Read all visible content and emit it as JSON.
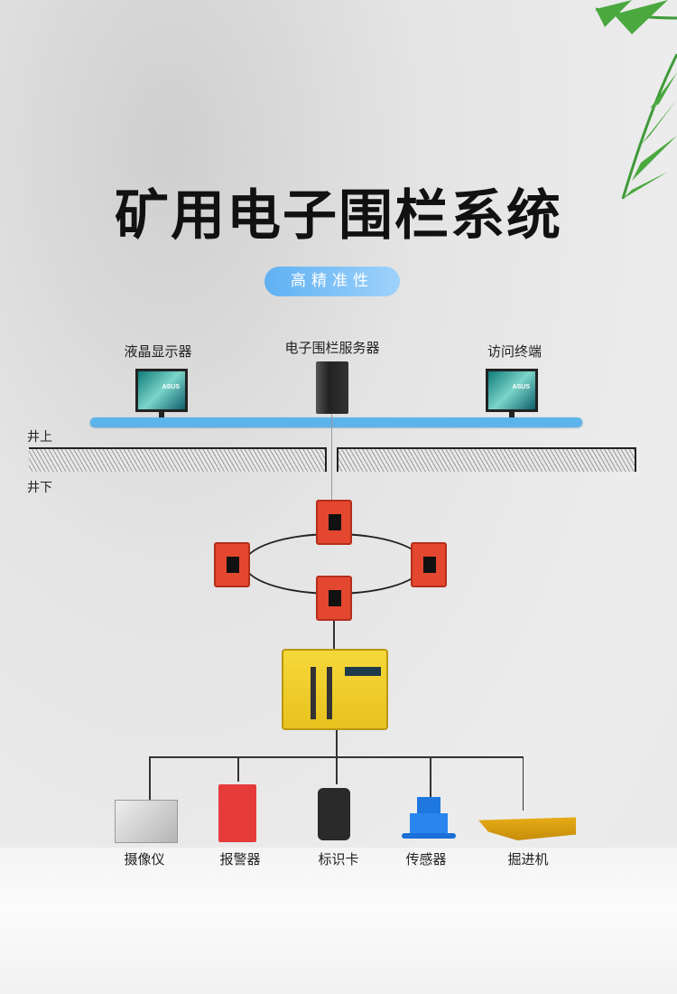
{
  "title": "矿用电子围栏系统",
  "badge": "高精准性",
  "top_devices": [
    {
      "label": "液晶显示器"
    },
    {
      "label": "电子围栏服务器"
    },
    {
      "label": "访问终端"
    }
  ],
  "monitor_brand": "ASUS",
  "zones": {
    "above": "井上",
    "below": "井下"
  },
  "bottom_devices": [
    {
      "label": "摄像仪"
    },
    {
      "label": "报警器"
    },
    {
      "label": "标识卡"
    },
    {
      "label": "传感器"
    },
    {
      "label": "掘进机"
    }
  ],
  "colors": {
    "bus": "#5db4ec",
    "node": "#e4472f",
    "controller": "#f2cf2a",
    "badge": "#5fb1f3"
  }
}
